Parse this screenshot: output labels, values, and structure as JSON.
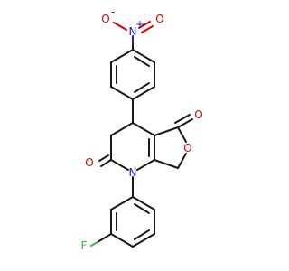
{
  "atoms": {
    "nitro_o_minus": {
      "symbol": "O",
      "charge": "-",
      "color": "#e00000"
    },
    "nitro_n_plus": {
      "symbol": "N",
      "charge": "+",
      "color": "#2020d0"
    },
    "nitro_o": {
      "symbol": "O",
      "color": "#e00000"
    },
    "ketone_o": {
      "symbol": "O",
      "color": "#e00000"
    },
    "ring_o": {
      "symbol": "O",
      "color": "#e00000"
    },
    "amide_o": {
      "symbol": "O",
      "color": "#e00000"
    },
    "amide_n": {
      "symbol": "N",
      "color": "#2020d0"
    },
    "fluorine": {
      "symbol": "F",
      "color": "#3cb24a"
    }
  },
  "colors": {
    "bond": "#1a1a1a",
    "oxygen": "#e00000",
    "nitrogen": "#2020d0",
    "fluorine": "#3cb24a"
  }
}
